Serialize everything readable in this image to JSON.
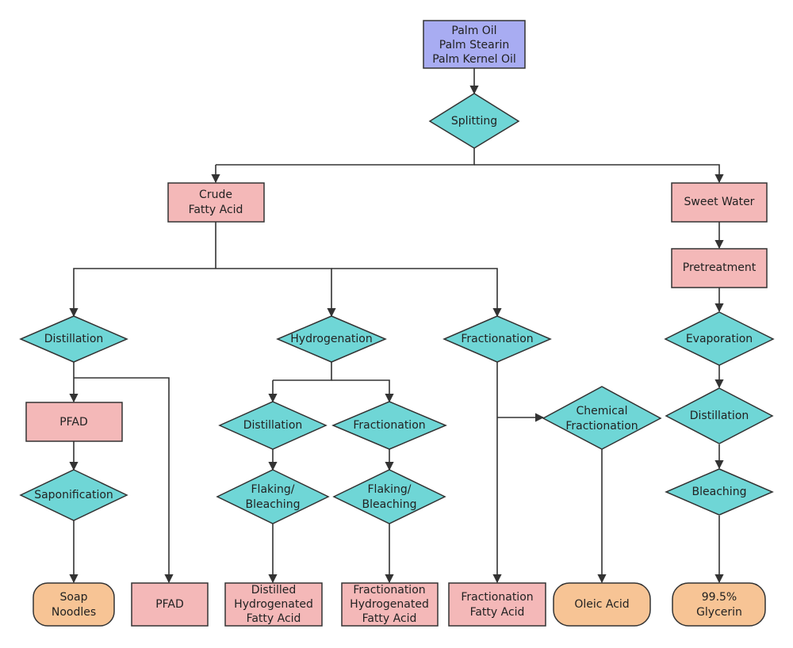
{
  "colors": {
    "source": "#a8acf2",
    "intermediate": "#f4b8b8",
    "process": "#6fd6d6",
    "product": "#f7c495",
    "stroke": "#333333"
  },
  "nodes": {
    "source": [
      "Palm Oil",
      "Palm Stearin",
      "Palm Kernel Oil"
    ],
    "splitting": [
      "Splitting"
    ],
    "crude_fatty_acid": [
      "Crude",
      "Fatty Acid"
    ],
    "sweet_water": [
      "Sweet Water"
    ],
    "pretreatment": [
      "Pretreatment"
    ],
    "distillation_1": [
      "Distillation"
    ],
    "hydrogenation": [
      "Hydrogenation"
    ],
    "fractionation_1": [
      "Fractionation"
    ],
    "evaporation": [
      "Evaporation"
    ],
    "pfad_1": [
      "PFAD"
    ],
    "distillation_2": [
      "Distillation"
    ],
    "fractionation_2": [
      "Fractionation"
    ],
    "chemical_fractionation": [
      "Chemical",
      "Fractionation"
    ],
    "distillation_3": [
      "Distillation"
    ],
    "saponification": [
      "Saponification"
    ],
    "flaking_bleaching_1": [
      "Flaking/",
      "Bleaching"
    ],
    "flaking_bleaching_2": [
      "Flaking/",
      "Bleaching"
    ],
    "bleaching": [
      "Bleaching"
    ],
    "soap_noodles": [
      "Soap",
      "Noodles"
    ],
    "pfad_2": [
      "PFAD"
    ],
    "distilled_hydrogenated_fatty_acid": [
      "Distilled",
      "Hydrogenated",
      "Fatty Acid"
    ],
    "fractionation_hydrogenated_fatty_acid": [
      "Fractionation",
      "Hydrogenated",
      "Fatty Acid"
    ],
    "fractionation_fatty_acid": [
      "Fractionation",
      "Fatty Acid"
    ],
    "oleic_acid": [
      "Oleic Acid"
    ],
    "glycerin": [
      "99.5%",
      "Glycerin"
    ]
  }
}
